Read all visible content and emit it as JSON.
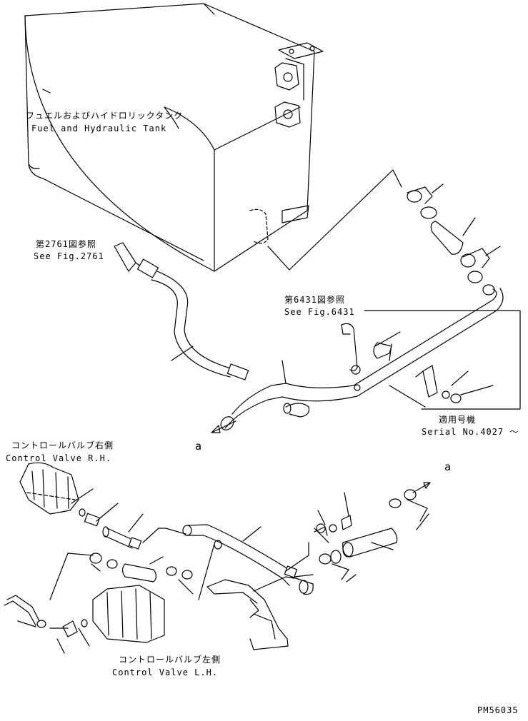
{
  "labels": {
    "tank_jp": "フュエルおよびハイドロリックタンク",
    "tank_en": "Fuel and Hydraulic Tank",
    "fig2761_jp": "第2761図参照",
    "fig2761_en": "See Fig.2761",
    "fig6431_jp": "第6431図参照",
    "fig6431_en": "See Fig.6431",
    "serial_jp": "適用号機",
    "serial_en": "Serial No.4027 ～",
    "cv_rh_jp": "コントロールバルブ右側",
    "cv_rh_en": "Control Valve R.H.",
    "cv_lh_jp": "コントロールバルブ左側",
    "cv_lh_en": "Control Valve L.H.",
    "ref_a_upper": "a",
    "ref_a_lower": "a",
    "drawing_code": "PM56035"
  }
}
